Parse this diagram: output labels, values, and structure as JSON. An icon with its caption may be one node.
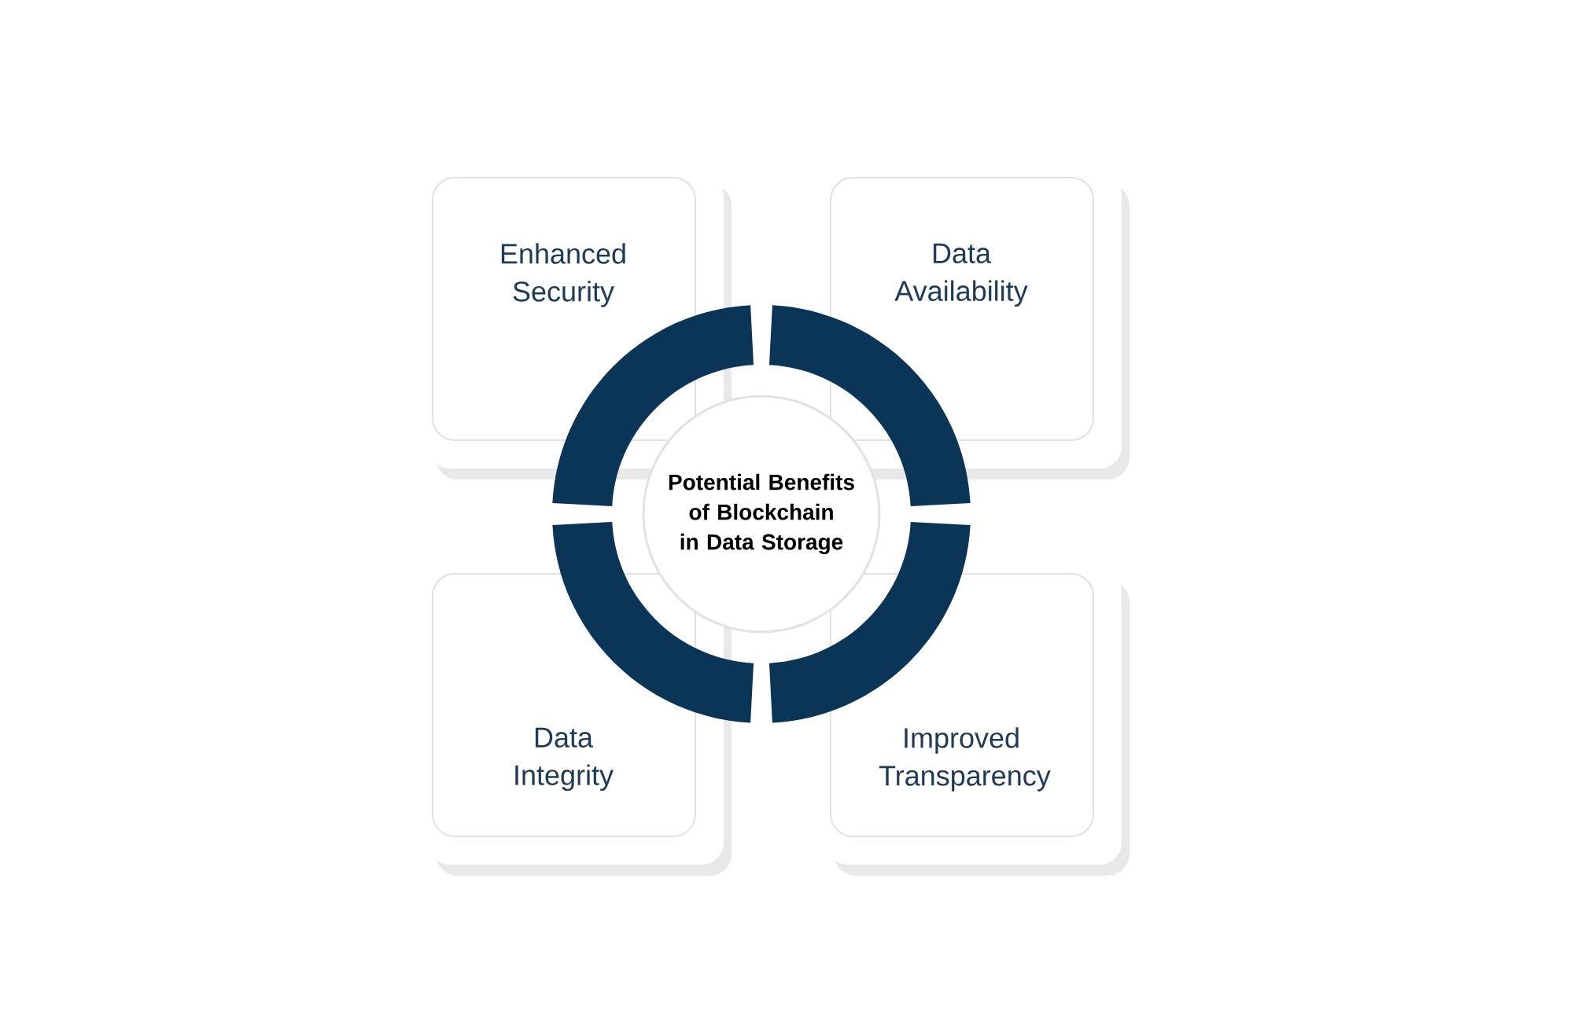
{
  "diagram": {
    "nodes": [
      {
        "text": [
          "Potential Benefits of Blockchain in Data Storage"
        ]
      },
      {
        "text": [
          "Enhanced Security"
        ]
      },
      {
        "text": [
          "Data Availability"
        ]
      },
      {
        "text": [
          "Data Integrity"
        ]
      },
      {
        "text": [
          "Improved Transparency"
        ]
      }
    ]
  }
}
